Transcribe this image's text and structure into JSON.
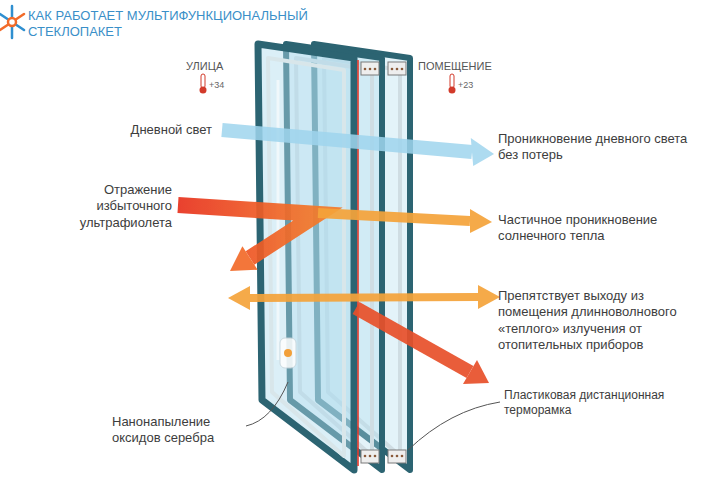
{
  "diagram": {
    "title": "КАК РАБОТАЕТ МУЛЬТИФУНКЦИОНАЛЬНЫЙ СТЕКЛОПАКЕТ",
    "labels": [
      "УЛИЦА",
      "+34",
      "ПОМЕЩЕНИЕ",
      "+23",
      "Дневной свет",
      "Отражение избыточного ультрафиолета",
      "Проникновение дневного света без потерь",
      "Частичное проникновение солнечного тепла",
      "Препятствует выходу из помещения длинноволнового «теплого» излучения от отопительных приборов",
      "Нанонапыление оксидов серебра",
      "Пластиковая дистанционная терморамка"
    ]
  }
}
